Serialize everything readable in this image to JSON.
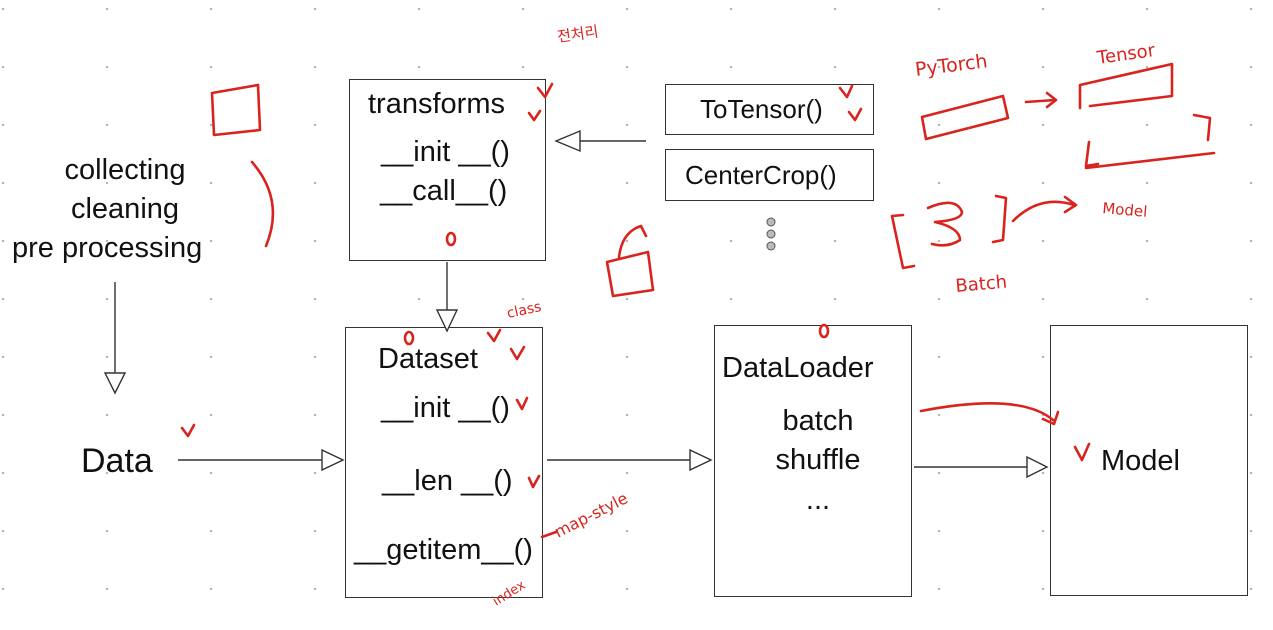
{
  "left_text": {
    "collecting": "collecting",
    "cleaning": "cleaning",
    "pre_processing": "pre processing"
  },
  "data_label": "Data",
  "transforms": {
    "title": "transforms",
    "init": "__init __()",
    "call": "__call__()"
  },
  "to_tensor": "ToTensor()",
  "center_crop": "CenterCrop()",
  "dataset": {
    "title": "Dataset",
    "init": "__init __()",
    "len": "__len __()",
    "getitem": "__getitem__()"
  },
  "dataloader": {
    "title": "DataLoader",
    "batch": "batch",
    "shuffle": "shuffle",
    "more": "..."
  },
  "model_label": "Model",
  "annotations": {
    "korean_note": "전처리",
    "pytorch": "PyTorch",
    "tensor": "Tensor",
    "model": "Model",
    "batch": "Batch",
    "class": "class",
    "map_style": "map-style",
    "index": "index"
  },
  "colors": {
    "ink": "#d9231d",
    "line": "#333333"
  }
}
